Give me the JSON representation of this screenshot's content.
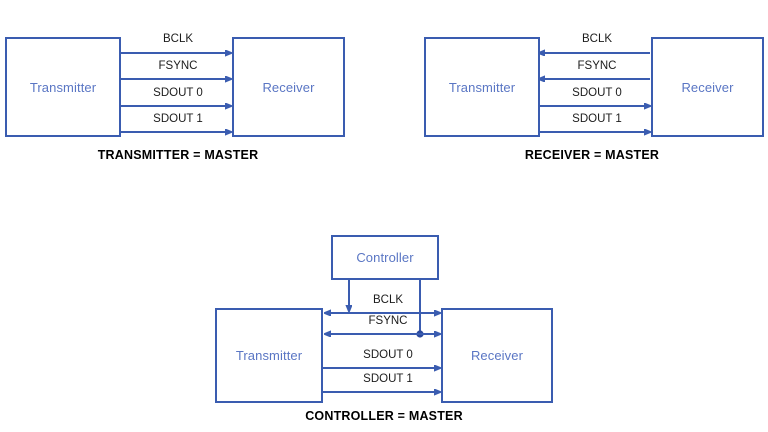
{
  "page": {
    "background_color": "#ffffff",
    "box_border_color": "#3a5cb0",
    "box_label_color": "#5a76c4",
    "wire_color": "#3a5cb0",
    "signal_label_color": "#1c1c1c",
    "caption_color": "#000000"
  },
  "signals": {
    "bclk": "BCLK",
    "fsync": "FSYNC",
    "sdout0": "SDOUT 0",
    "sdout1": "SDOUT 1"
  },
  "nodes": {
    "transmitter": "Transmitter",
    "receiver": "Receiver",
    "controller": "Controller"
  },
  "diagrams": [
    {
      "id": "transmitter-master",
      "caption": "TRANSMITTER  = MASTER",
      "left_node": "Transmitter",
      "right_node": "Receiver",
      "signals": [
        {
          "name": "BCLK",
          "direction": "right"
        },
        {
          "name": "FSYNC",
          "direction": "right"
        },
        {
          "name": "SDOUT 0",
          "direction": "right"
        },
        {
          "name": "SDOUT 1",
          "direction": "right"
        }
      ]
    },
    {
      "id": "receiver-master",
      "caption": "RECEIVER  = MASTER",
      "left_node": "Transmitter",
      "right_node": "Receiver",
      "signals": [
        {
          "name": "BCLK",
          "direction": "left"
        },
        {
          "name": "FSYNC",
          "direction": "left"
        },
        {
          "name": "SDOUT 0",
          "direction": "right"
        },
        {
          "name": "SDOUT 1",
          "direction": "right"
        }
      ]
    },
    {
      "id": "controller-master",
      "caption": "CONTROLLER  = MASTER",
      "top_node": "Controller",
      "left_node": "Transmitter",
      "right_node": "Receiver",
      "signals": [
        {
          "name": "BCLK",
          "direction": "both",
          "driven_by": "Controller"
        },
        {
          "name": "FSYNC",
          "direction": "both",
          "driven_by": "Controller"
        },
        {
          "name": "SDOUT 0",
          "direction": "right"
        },
        {
          "name": "SDOUT 1",
          "direction": "right"
        }
      ]
    }
  ]
}
